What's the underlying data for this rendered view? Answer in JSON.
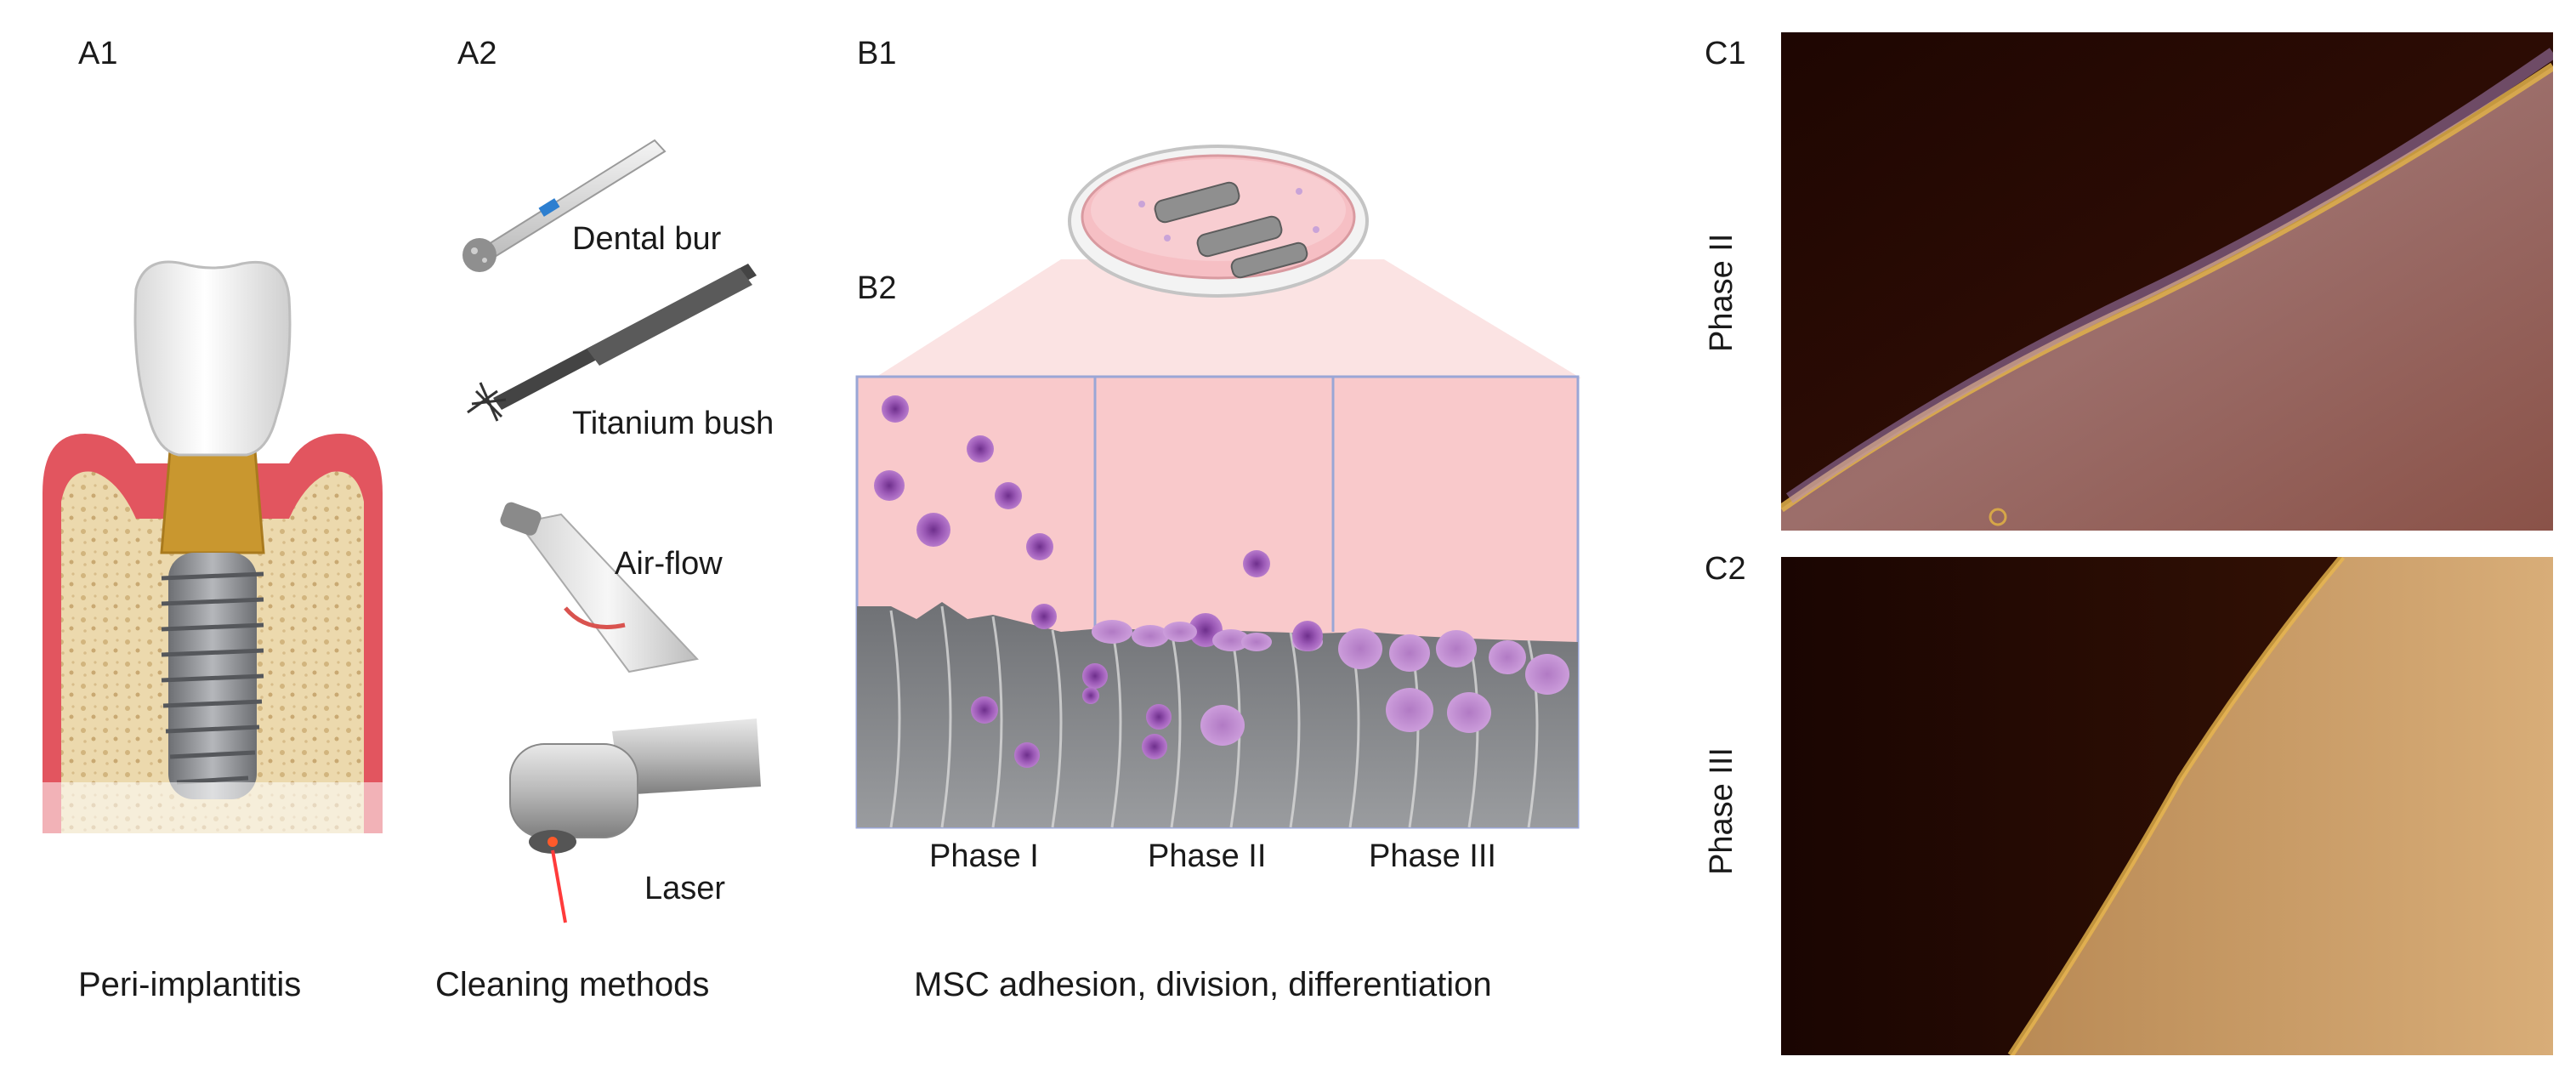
{
  "panels": {
    "a1": {
      "label": "A1",
      "caption": "Peri-implantitis"
    },
    "a2": {
      "label": "A2",
      "caption": "Cleaning methods",
      "tools": [
        "Dental bur",
        "Titanium bush",
        "Air-flow",
        "Laser"
      ]
    },
    "b1": {
      "label": "B1"
    },
    "b2": {
      "label": "B2",
      "caption": "MSC adhesion, division, differentiation",
      "phases": [
        "Phase I",
        "Phase II",
        "Phase III"
      ]
    },
    "c1": {
      "label": "C1",
      "side_label": "Phase II"
    },
    "c2": {
      "label": "C2",
      "side_label": "Phase III"
    }
  },
  "colors": {
    "gingiva": "#e2555f",
    "bone": "#ecd9ad",
    "crown": "#f2f2f2",
    "abutment": "#c9972f",
    "implant": "#8d8f93",
    "medium": "#f9c9cb",
    "cell": "#9b59b6",
    "micro_bg": "#2a0d05",
    "micro_surface": "#c99a6a"
  },
  "icons": [
    "tooth-implant-illustration",
    "dental-bur-icon",
    "titanium-brush-icon",
    "air-flow-handpiece-icon",
    "laser-handpiece-icon",
    "petri-dish-icon"
  ]
}
